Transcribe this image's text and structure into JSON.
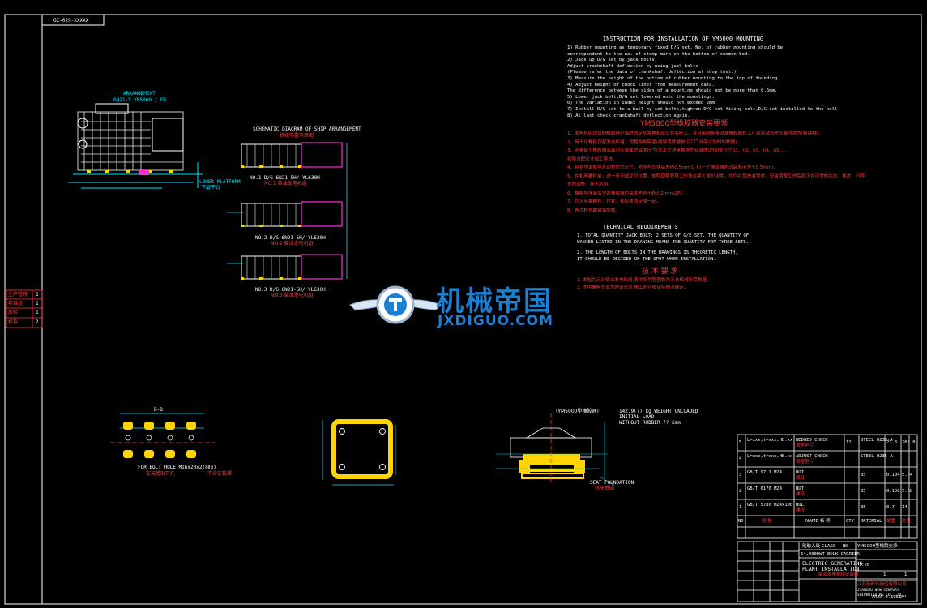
{
  "sheet": {
    "drawing_no": "YM5000型橡胶支承",
    "top_tag": "GZ-029-XXXXX"
  },
  "instructions_en": {
    "title": "INSTRUCTION FOR INSTALLATION OF YM5000 MOUNTING",
    "lines": [
      "1) Rubber mounting as temporary fixed D/G set. No. of rubber mounting should be",
      "   correspondent to the no. of stamp mark on the bottom of common bed.",
      "2) Jack up D/G set by jack bolts.",
      "   Adjust crankshaft deflection by using jack bolts",
      "   (Please refer the data of crankshaft deflection at shop test.)",
      "3) Measure the height of the bottom of rubber mounting to the top of founding.",
      "4) Adjust height of chock liner from measurement data.",
      "   The difference between the sides of a mounting should not be more than 0.5mm.",
      "5) Lower jack bolt,D/G set lowered onto the mountings.",
      "6) The variation in index height should not exceed 2mm.",
      "7) Install D/G set to a hull by set bolts,tighten D/G set fixing bolt,D/G set installed to the hull",
      "8) At last check crankshaft deflection again."
    ]
  },
  "instructions_cn": {
    "title": "YM5000型橡胶器安装要领",
    "lines": [
      "1、发电机组供货时橡胶器已临时固定在发电机组公共底座上，并且用钢垫条对准橡胶器在工厂台架试验时安装时状态(和钢材)。",
      "2、用千斤螺栓顶起发电机组，调整曲轴臂差(曲臂差数据参见工厂台架试验时的数据)",
      "3、测量每个橡胶器底面到安装面的高度尺寸(本上文测量数据的安装图)的调整尺寸h1、h2、h3、h4、h5......",
      "   按所分配尺寸加工垫块。",
      "4、将垫块调整垫片调整均匀尺寸，差异与同块高差约0.5mm以下(一个橡胶器两边高差不大于0.5mm)。",
      "5、在机座螺栓前，进一步测试定位位置，依照调整差导工作场合紧扎零位组件，均应在其校准零时，安装调整工作后原正在正常的状态，状态，行程",
      "   支撑调整，摇下机组。",
      "6、橡胶垫块装后全部橡胶器的高度差异不超过2mm以内。",
      "7、拧入安装螺栓，拧紧，和船体固定成一起。",
      "8、再次检查曲臂臂的数。"
    ]
  },
  "tech_req_en": {
    "title": "TECHNICAL REQUIREMENTS",
    "lines": [
      "1. TOTAL QUANTITY JACK BOLT: 2 SETS OF G/E SET. THE QUANTITY OF",
      "   WASHER LISTED IN THE DRAWING MEANS THE QUANTITY FOR THREE SETS.",
      "2. THE LENGTH OF BOLTS IN THE DRAWINGS IS THEORETIC LENGTH,",
      "   IT SHOULD BE DECIDED ON THE SPOT WHEN INSTALLATION."
    ]
  },
  "tech_req_cn": {
    "title": "技 术 要 求",
    "lines": [
      "1. 本船为三台柴油发电机组,表中所列垫圈数为三台机组所需数量。",
      "2. 图中螺栓长度为理论长度,施工时应按实际情况确定。"
    ]
  },
  "views": {
    "arrangement_label": "ARRANGEMENT",
    "arrangement_sub": "6N21-5 YM5000 / FR",
    "lower_platform": "LOWER PLATFORM",
    "lower_platform_sub": "下层平台",
    "schematic_title": "SCHEMATIC DIAGRAM OF SHIP ARRANGEMENT",
    "schematic_title_cn": "机组布置示意图",
    "gen1": "NO.1 D/G 6N21-5H/ YL630H",
    "gen1_cn": "NO.1 柴油发电机组",
    "gen2": "NO.2 D/G 6N21-5H/ YL630H",
    "gen2_cn": "NO.2 柴油发电机组",
    "gen3": "NO.3 D/G 6N21-5H/ YL630H",
    "gen3_cn": "NO.3 柴油发电机组",
    "view_bb": "B-B",
    "hole_label": "FOR BOLT HOLE M16x20x2(8)",
    "hole_label_cn": "安装基础开孔",
    "hole_label_2": "(6)",
    "hole_label_2_cn": "不含安装螺",
    "ym_label": "(YM5000型橡胶器)",
    "load_note_1": "142.9(?) kg WEIGHT UNLOADED",
    "load_note_2": "INITIAL LOAD",
    "load_note_3": "WITHOUT RUBBER ?? 6mm",
    "seat_label": "SEAT FOUNDATION",
    "seat_label_cn": "机座基础"
  },
  "stamp": {
    "rows": [
      "生产管理",
      "项目组",
      "质检",
      "机装"
    ],
    "nums": [
      "1",
      "1",
      "1",
      "2"
    ]
  },
  "watermark": {
    "cn": "机械帝国",
    "en": "JXDIGUO.COM"
  },
  "parts_table": {
    "rows": [
      {
        "no": "5",
        "spec": "L=xxx,t=xxx,HB.xx",
        "name_en": "WEDGED CHOCK",
        "name_cn": "调整垫片",
        "qty": "12",
        "material": "STEEL Q235-A",
        "weight": "22.3",
        "total": "268.8"
      },
      {
        "no": "4",
        "spec": "L=xxx,t=xxx,HB.xx",
        "name_en": "ADJUST CHOCK",
        "name_cn": "调整垫片",
        "qty": "",
        "material": "STEEL Q235-A",
        "weight": "",
        "total": ""
      },
      {
        "no": "3",
        "spec": "GB/T 97.1 M24",
        "name_en": "NUT",
        "name_cn": "螺母",
        "qty": "",
        "material": "35",
        "weight": "0.104",
        "total": "5.04"
      },
      {
        "no": "2",
        "spec": "GB/T 6170 M24",
        "name_en": "NUT",
        "name_cn": "螺母",
        "qty": "",
        "material": "35",
        "weight": "0.108",
        "total": "5.08"
      },
      {
        "no": "1",
        "spec": "GB/T 5780 M24x100",
        "name_en": "BOLT",
        "name_cn": "螺栓",
        "qty": "",
        "material": "35",
        "weight": "0.7",
        "total": "14"
      }
    ],
    "header": [
      "NO.",
      "规 格",
      "NAME 名 称",
      "QTY",
      "MATERIAL",
      "单重",
      "总重"
    ]
  },
  "title_block": {
    "class": "船舶入级 CLASS",
    "class_value": "NK",
    "ship": "64,000DWT BULK CARRIER",
    "title_en_1": "ELECTRIC GENERATING",
    "title_en_2": "PLANT INSTALLATION",
    "title_cn": "柴油发电机组安装图",
    "company": "江苏新时代造船有限公司",
    "company_en": "JIANGSU NEW CENTURY SHIPBUILDING CO.,LTD",
    "area": "AREA 0.1351M²",
    "scale": "1:20",
    "sheet": "1",
    "sheets": "1"
  }
}
